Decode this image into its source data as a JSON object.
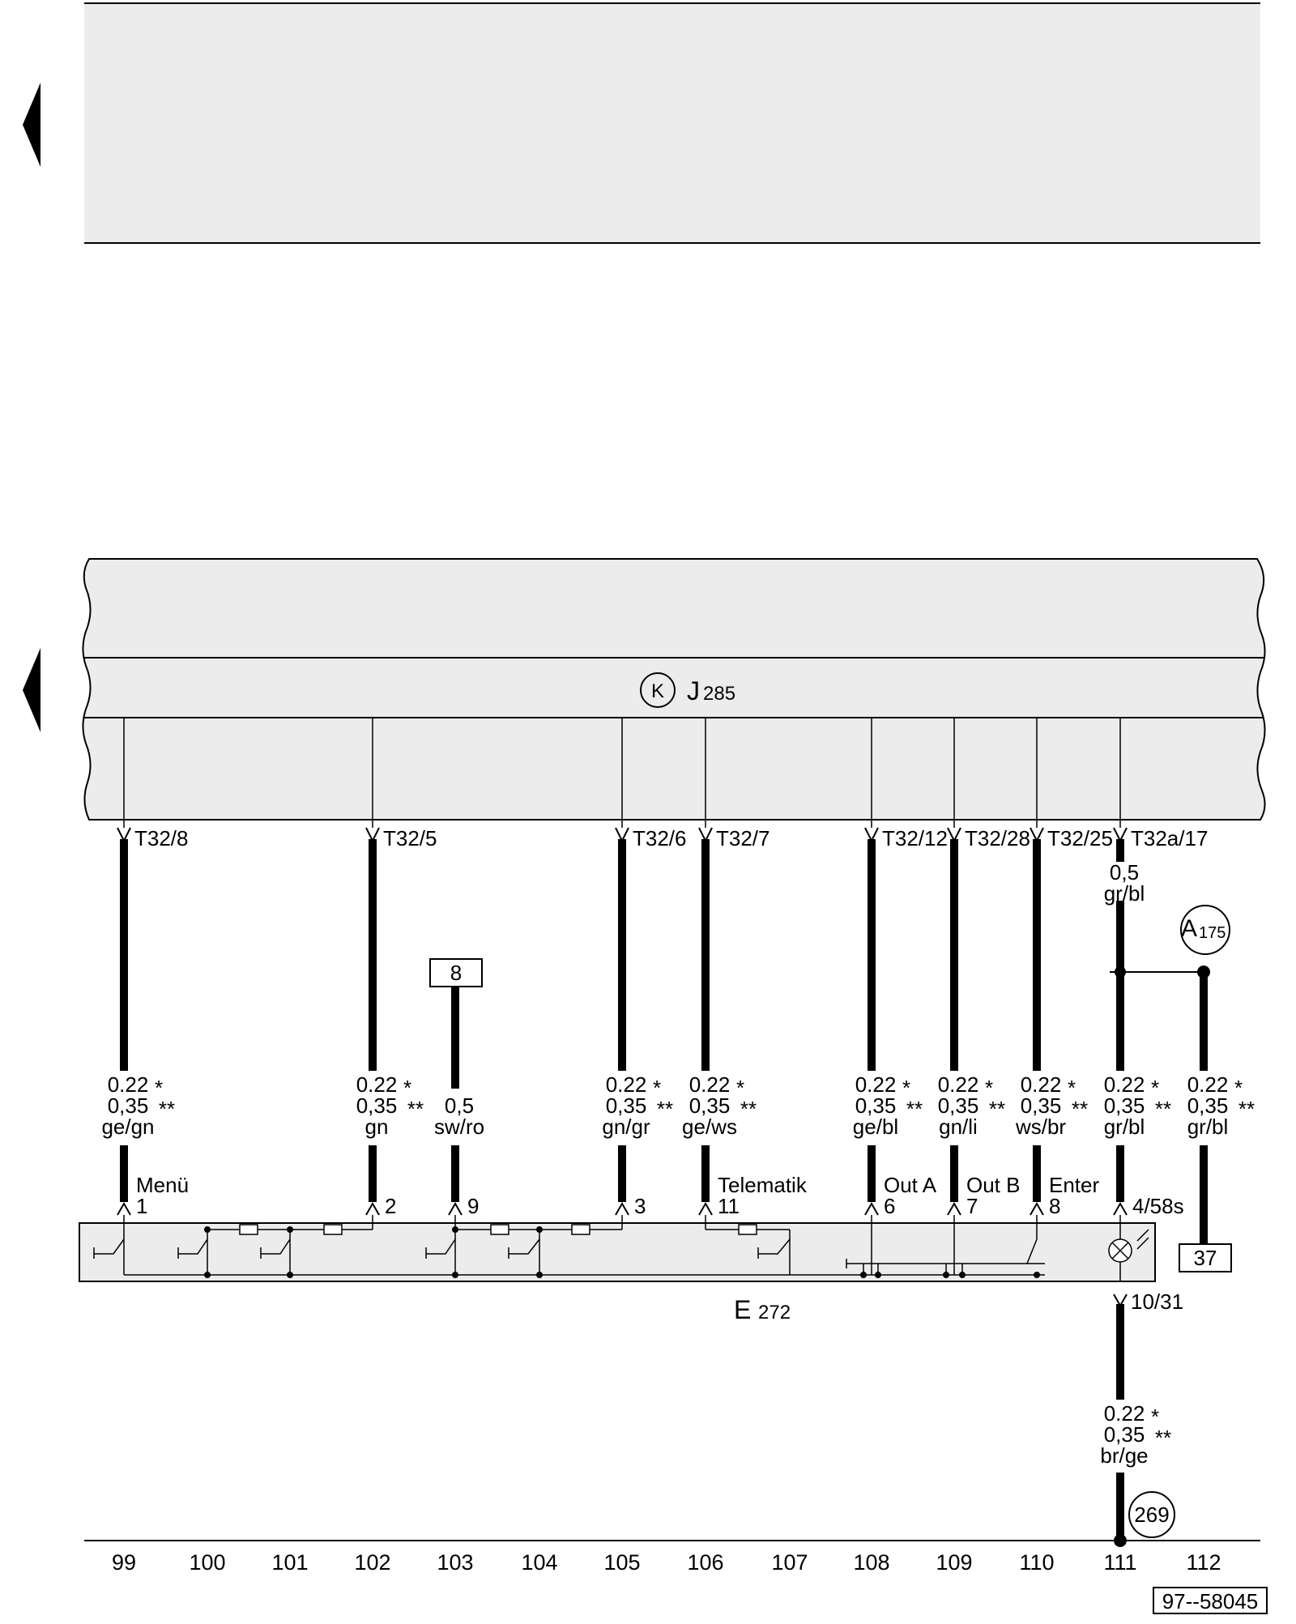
{
  "module": {
    "code": "J",
    "number": "285",
    "symbol": "K"
  },
  "switch_unit": {
    "code": "E",
    "number": "272"
  },
  "wires": [
    {
      "pin_top": "T32/8",
      "size1": "0.22",
      "star1": "*",
      "size2": "0,35",
      "star2": "**",
      "color": "ge/gn",
      "func": "Menü",
      "pin_bottom": "1"
    },
    {
      "pin_top": "T32/5",
      "size1": "0.22",
      "star1": "*",
      "size2": "0,35",
      "star2": "**",
      "color": "gn",
      "func": "",
      "pin_bottom": "2"
    },
    {
      "pin_top": "",
      "size1": "",
      "star1": "",
      "size2": "0,5",
      "star2": "",
      "color": "sw/ro",
      "func": "",
      "pin_bottom": "9"
    },
    {
      "pin_top": "T32/6",
      "size1": "0.22",
      "star1": "*",
      "size2": "0,35",
      "star2": "**",
      "color": "gn/gr",
      "func": "",
      "pin_bottom": "3"
    },
    {
      "pin_top": "T32/7",
      "size1": "0.22",
      "star1": "*",
      "size2": "0,35",
      "star2": "**",
      "color": "ge/ws",
      "func": "Telematik",
      "pin_bottom": "11"
    },
    {
      "pin_top": "T32/12",
      "size1": "0.22",
      "star1": "*",
      "size2": "0,35",
      "star2": "**",
      "color": "ge/bl",
      "func": "Out A",
      "pin_bottom": "6"
    },
    {
      "pin_top": "T32/28",
      "size1": "0.22",
      "star1": "*",
      "size2": "0,35",
      "star2": "**",
      "color": "gn/li",
      "func": "Out B",
      "pin_bottom": "7"
    },
    {
      "pin_top": "T32/25",
      "size1": "0.22",
      "star1": "*",
      "size2": "0,35",
      "star2": "**",
      "color": "ws/br",
      "func": "Enter",
      "pin_bottom": "8"
    },
    {
      "pin_top": "T32a/17",
      "size1": "0.22",
      "star1": "*",
      "size2": "0,35",
      "star2": "**",
      "color": "gr/bl",
      "func": "",
      "pin_bottom": "4/58s"
    },
    {
      "pin_top": "",
      "size1": "0.22",
      "star1": "*",
      "size2": "0,35",
      "star2": "**",
      "color": "gr/bl",
      "func": "",
      "pin_bottom": ""
    }
  ],
  "lamp_supply": {
    "size": "0,5",
    "color": "gr/bl"
  },
  "connector_a": {
    "code": "A",
    "number": "175"
  },
  "ref_box_top": "8",
  "ref_box_right": "37",
  "ground": {
    "pin": "10/31",
    "size1": "0.22",
    "star1": "*",
    "size2": "0,35",
    "star2": "**",
    "color": "br/ge",
    "point": "269"
  },
  "track_numbers": [
    "99",
    "100",
    "101",
    "102",
    "103",
    "104",
    "105",
    "106",
    "107",
    "108",
    "109",
    "110",
    "111",
    "112"
  ],
  "drawing_id": "97--58045"
}
